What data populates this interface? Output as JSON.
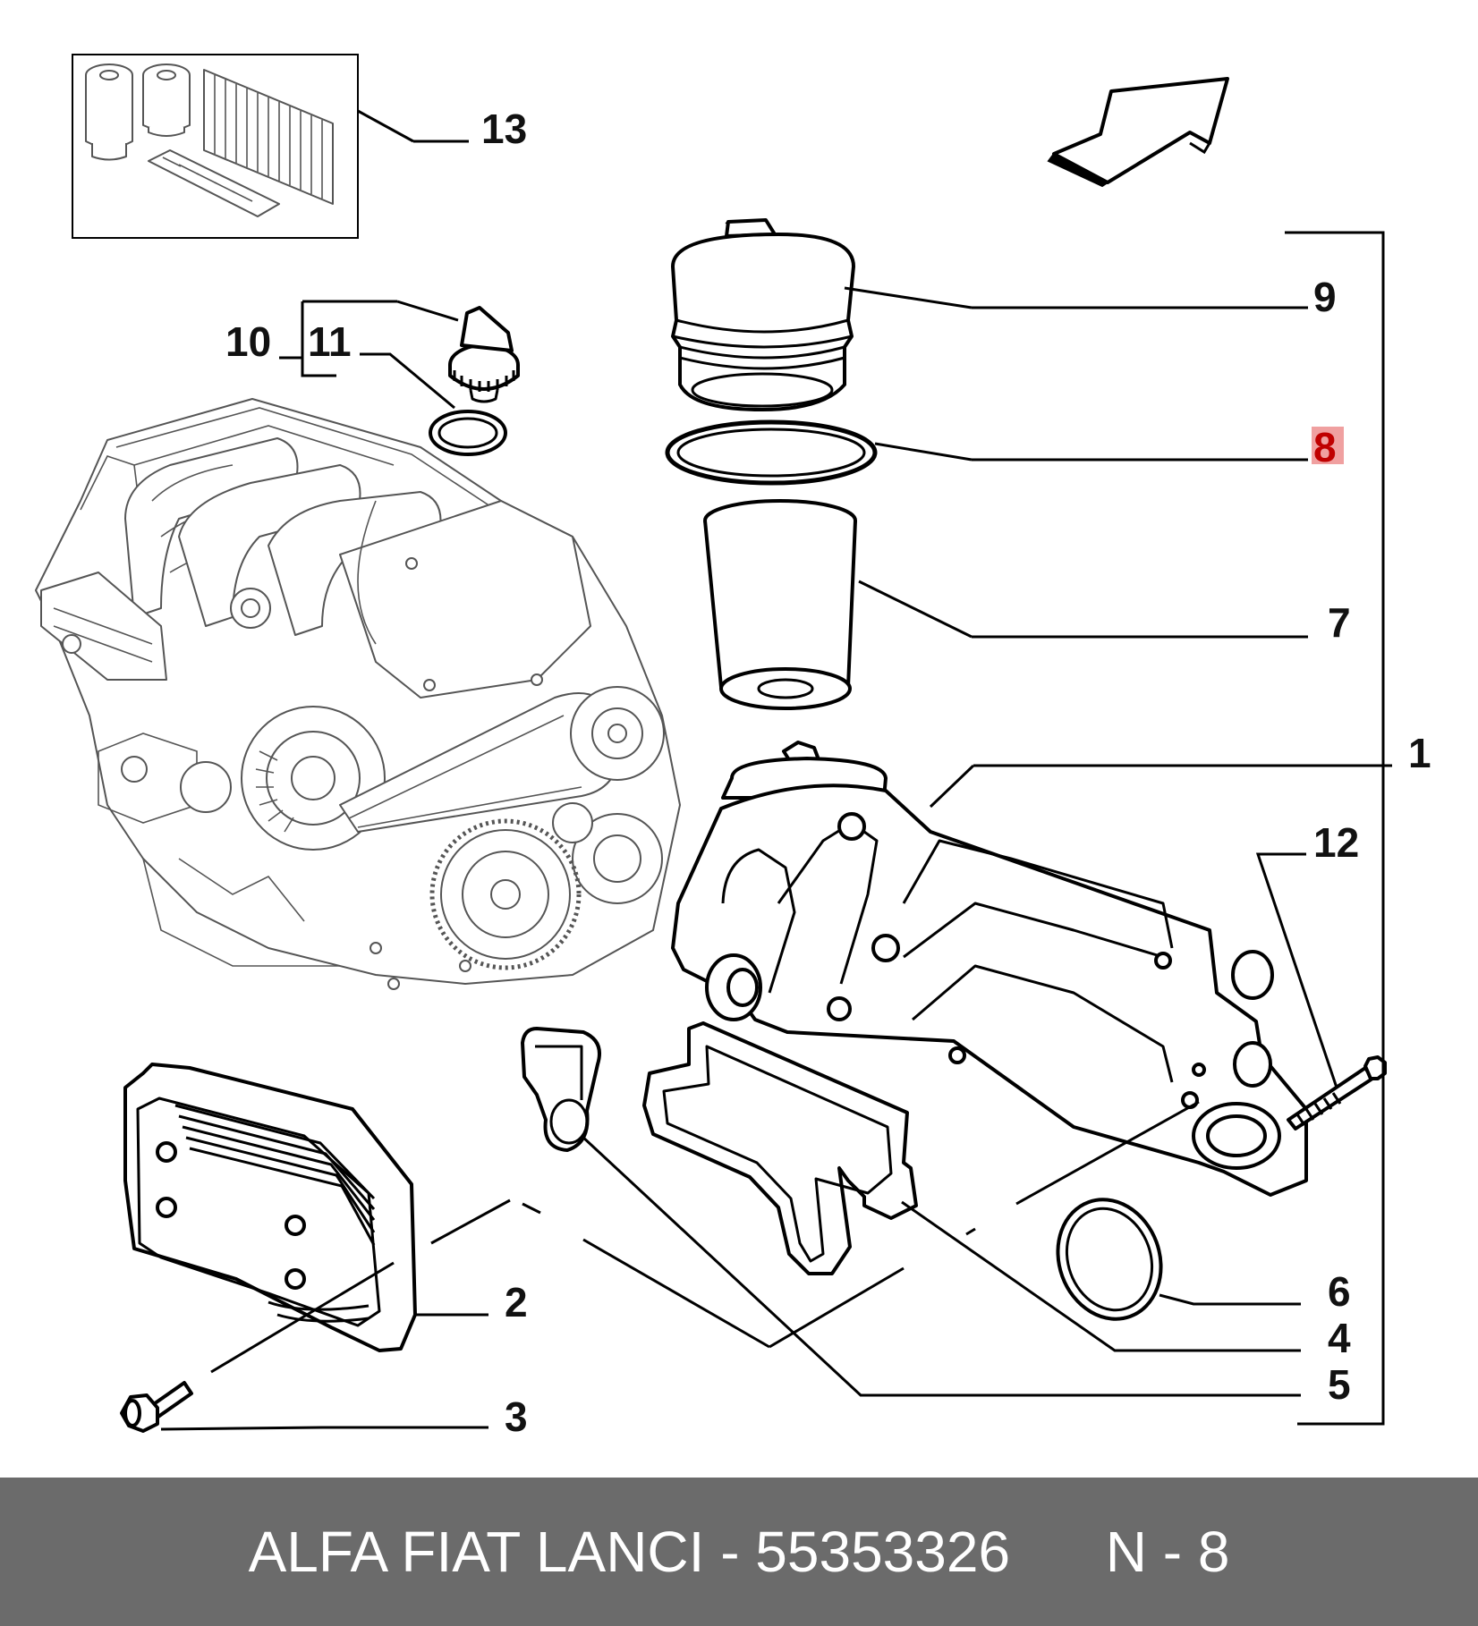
{
  "callouts": {
    "c1": "1",
    "c2": "2",
    "c3": "3",
    "c4": "4",
    "c5": "5",
    "c6": "6",
    "c7": "7",
    "c8": "8",
    "c9": "9",
    "c10": "10",
    "c11": "11",
    "c12": "12",
    "c13": "13"
  },
  "highlighted_callout": "8",
  "colors": {
    "highlight_bg": "#f0a0a0",
    "highlight_text": "#c00000",
    "footer_bg": "#6b6b6b",
    "footer_text": "#ffffff"
  },
  "footer": {
    "brand_and_part": "ALFA FIAT LANCI - 55353326",
    "position": "N - 8"
  },
  "icons": [
    "direction-arrow-icon"
  ]
}
